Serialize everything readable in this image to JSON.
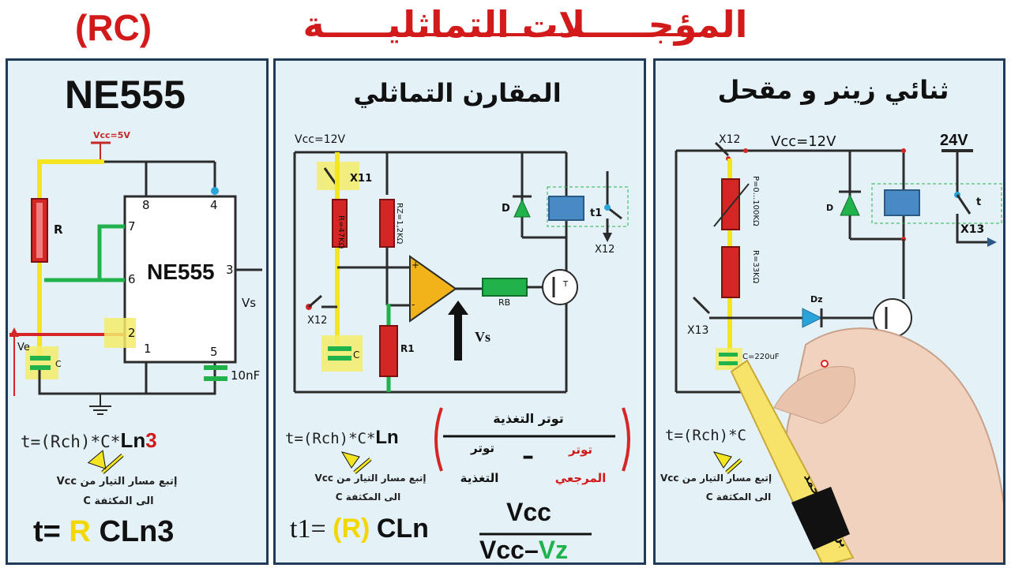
{
  "page_title": {
    "arabic": "المؤجـــــلات التماثليـــــة",
    "rc": "(RC)"
  },
  "panels": [
    {
      "heading": "NE555",
      "labels": {
        "vcc": "Vcc=5V",
        "r": "R",
        "pin8": "8",
        "pin4": "4",
        "pin7": "7",
        "pin6": "6",
        "pin3": "3",
        "pin2": "2",
        "pin1": "1",
        "pin5": "5",
        "chip": "NE555",
        "vs": "Vs",
        "ve": "Ve",
        "c": "C",
        "cap": "10nF"
      },
      "formula_prefix": "t=(Rch)*C*",
      "formula_ln": "Ln",
      "formula_num": "3",
      "hint1": "إتبع مسار التيار من Vcc",
      "hint2": "الى المكثفة C",
      "result_t": "t=",
      "result_r": "R",
      "result_rest": "CLn3"
    },
    {
      "heading": "المقارن التماثلي",
      "labels": {
        "vcc": "Vcc=12V",
        "x11": "X11",
        "r": "R=47KΩ",
        "rz": "RZ=1,2KΩ",
        "d": "D",
        "t1": "t1",
        "x12a": "X12",
        "x12b": "X12",
        "rb": "RB",
        "tr": "T",
        "c": "C",
        "r1": "R1",
        "vs": "Vs",
        "plus": "+",
        "minus": "-"
      },
      "formula_prefix": "t=(Rch)*C*",
      "formula_ln": "Ln",
      "frac_top": "توتر التغذية",
      "frac_left1": "توتر",
      "frac_left2": "التغذية",
      "frac_minus": "–",
      "frac_right1": "توتر",
      "frac_right2": "المرجعي",
      "hint1": "إتبع مسار التيار من Vcc",
      "hint2": "الى المكثفة C",
      "result_t": "t1=",
      "result_r": "(R)",
      "result_rest": "CLn",
      "result_num": "Vcc",
      "result_den_a": "Vcc–",
      "result_den_b": "Vz"
    },
    {
      "heading": "ثنائي زينر و مقحل",
      "labels": {
        "x12": "X12",
        "vcc": "Vcc=12V",
        "v24": "24V",
        "p": "P=0...100KΩ",
        "d": "D",
        "t": "t",
        "x13a": "X13",
        "r": "R=33KΩ",
        "dz": "Dz",
        "x13b": "X13",
        "c": "C=220uF"
      },
      "formula_prefix": "t=(Rch)*C",
      "hint1": "إتبع مسار التيار من Vcc",
      "hint2": "الى المكثفة C",
      "marker_text": "بن عرعة احمد"
    }
  ]
}
